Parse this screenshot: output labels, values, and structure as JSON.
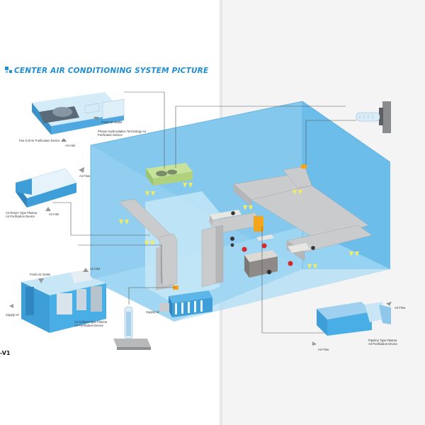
{
  "title": "CENTER AIR CONDITIONING SYSTEM PICTURE",
  "page_number": "-V1",
  "colors": {
    "accent": "#1d8fd6",
    "room_blue": "#8fd0ef",
    "room_blue_dark": "#5db6e6",
    "duct_gray": "#c9cbcd",
    "device_blue": "#4aaee6",
    "connector_orange": "#f4a51c",
    "fan_coil_green": "#b6d67e"
  },
  "labels": {
    "fan_coil": "Fan Coil Air Purification Device",
    "fresh_air_outlet_top": "Fresh Air Outlet",
    "photon_tech": "Photon Hydroxylation Technology Air Purification Device",
    "air_inlet_top": "Air Inlet",
    "air_flow_left": "Air Flow",
    "air_return": "Air Return Type Plasma Air Purification Device",
    "air_inlet_mid": "Air Inlet",
    "fresh_air_outlet_cab": "Fresh Air Outlet",
    "air_inlet_cab": "Air Inlet",
    "supply_air_left": "Supply Air",
    "air_cabinet": "Air Cabinet Type Plasma Air Purification Device",
    "supply_air_center": "Supply Air",
    "pipeline": "Pipeline Type Plasma Air Purification Device",
    "air_flow_right_top": "Air Flow",
    "air_flow_right_bottom": "Air Flow"
  }
}
